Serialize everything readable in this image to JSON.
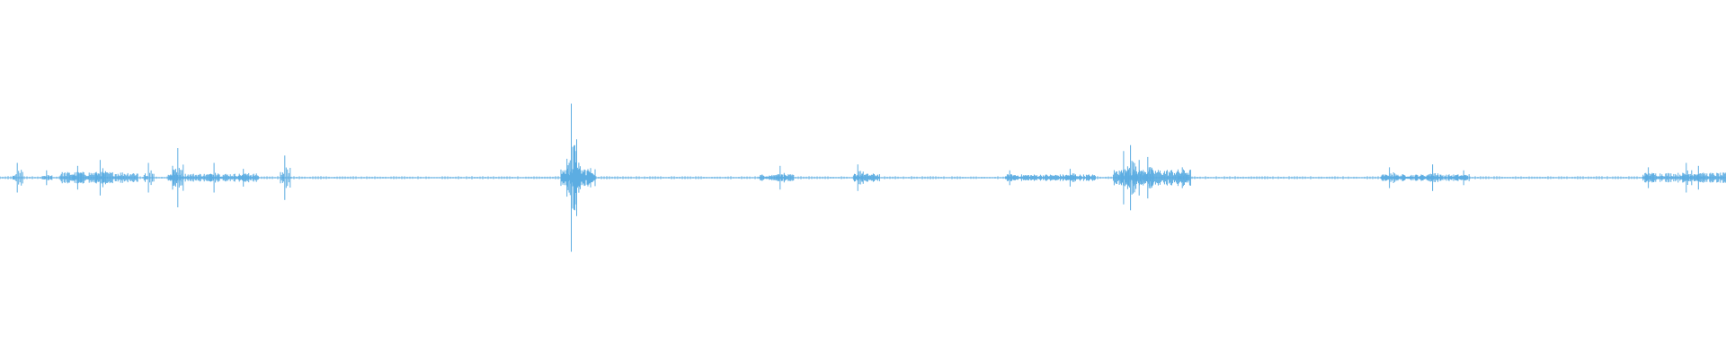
{
  "waveform": {
    "color": "#5DADE2",
    "background": "#FFFFFF",
    "style": "audio-waveform",
    "amplitude_peaks": [
      {
        "t": 0.01,
        "a": 0.1
      },
      {
        "t": 0.027,
        "a": 0.05
      },
      {
        "t": 0.045,
        "a": 0.08
      },
      {
        "t": 0.058,
        "a": 0.12
      },
      {
        "t": 0.086,
        "a": 0.1
      },
      {
        "t": 0.1,
        "a": 0.08
      },
      {
        "t": 0.103,
        "a": 0.2
      },
      {
        "t": 0.124,
        "a": 0.1
      },
      {
        "t": 0.141,
        "a": 0.06
      },
      {
        "t": 0.165,
        "a": 0.15
      },
      {
        "t": 0.331,
        "a": 0.5
      },
      {
        "t": 0.333,
        "a": 0.22
      },
      {
        "t": 0.452,
        "a": 0.08
      },
      {
        "t": 0.497,
        "a": 0.09
      },
      {
        "t": 0.585,
        "a": 0.05
      },
      {
        "t": 0.62,
        "a": 0.06
      },
      {
        "t": 0.651,
        "a": 0.18
      },
      {
        "t": 0.655,
        "a": 0.22
      },
      {
        "t": 0.66,
        "a": 0.12
      },
      {
        "t": 0.665,
        "a": 0.14
      },
      {
        "t": 0.685,
        "a": 0.07
      },
      {
        "t": 0.805,
        "a": 0.07
      },
      {
        "t": 0.83,
        "a": 0.09
      },
      {
        "t": 0.848,
        "a": 0.05
      },
      {
        "t": 0.955,
        "a": 0.07
      },
      {
        "t": 0.977,
        "a": 0.1
      },
      {
        "t": 0.984,
        "a": 0.08
      }
    ],
    "active_regions": [
      {
        "start": 0.035,
        "end": 0.08,
        "a": 0.035
      },
      {
        "start": 0.098,
        "end": 0.15,
        "a": 0.025
      },
      {
        "start": 0.325,
        "end": 0.345,
        "a": 0.06
      },
      {
        "start": 0.44,
        "end": 0.46,
        "a": 0.02
      },
      {
        "start": 0.495,
        "end": 0.51,
        "a": 0.025
      },
      {
        "start": 0.583,
        "end": 0.635,
        "a": 0.02
      },
      {
        "start": 0.645,
        "end": 0.69,
        "a": 0.05
      },
      {
        "start": 0.8,
        "end": 0.85,
        "a": 0.02
      },
      {
        "start": 0.952,
        "end": 1.0,
        "a": 0.03
      }
    ]
  }
}
